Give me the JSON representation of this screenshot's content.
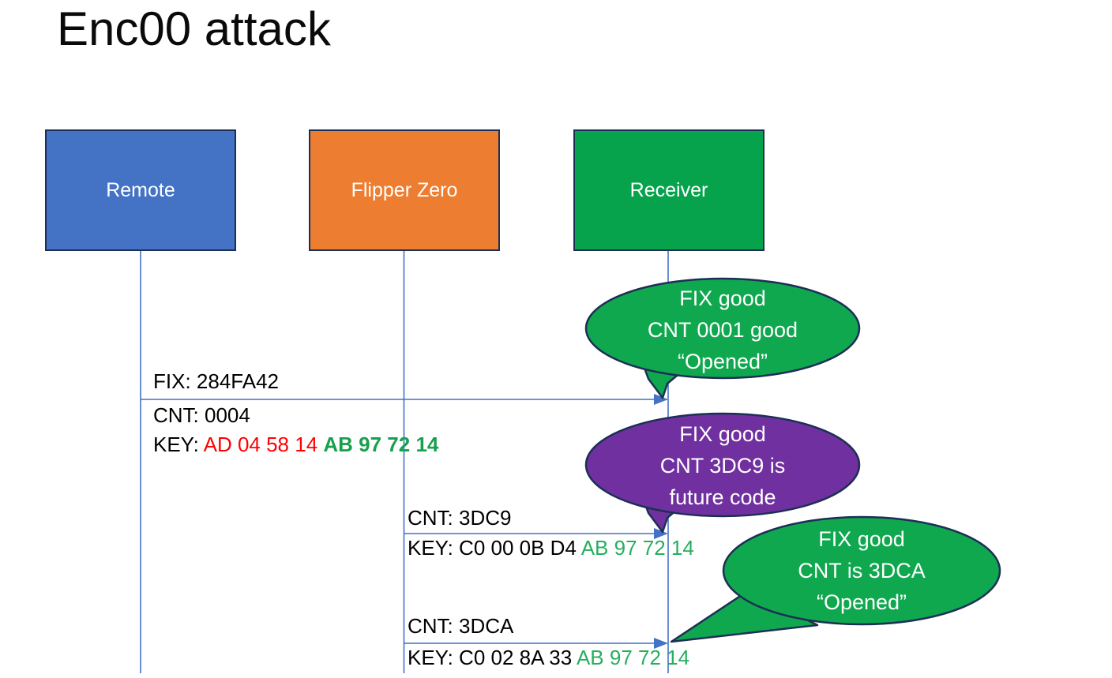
{
  "title": "Enc00 attack",
  "actors": {
    "remote": {
      "label": "Remote"
    },
    "flipper": {
      "label": "Flipper Zero"
    },
    "receiver": {
      "label": "Receiver"
    }
  },
  "messages": {
    "m1": {
      "fix": "FIX: 284FA42",
      "cnt": "CNT: 0004",
      "key_prefix": "KEY: ",
      "key_red": "AD 04 58 14 ",
      "key_green": "AB 97 72 14"
    },
    "m2": {
      "cnt": "CNT: 3DC9",
      "key_prefix": "KEY: ",
      "key_black": "C0 00 0B D4 ",
      "key_green": "AB 97 72 14"
    },
    "m3": {
      "cnt": "CNT: 3DCA",
      "key_prefix": "KEY: ",
      "key_black": "C0 02 8A 33 ",
      "key_green": "AB 97 72 14"
    }
  },
  "bubbles": {
    "b1": {
      "line1": "FIX good",
      "line2": "CNT 0001 good",
      "line3": "“Opened”"
    },
    "b2": {
      "line1": "FIX good",
      "line2": "CNT 3DC9 is",
      "line3": "future code"
    },
    "b3": {
      "line1": "FIX good",
      "line2": "CNT is 3DCA",
      "line3": "“Opened”"
    }
  },
  "colors": {
    "remote_box": "#4472C4",
    "flipper_box": "#ED7D31",
    "receiver_box": "#07A24C",
    "bubble_green": "#0FA84F",
    "bubble_purple": "#7030A0",
    "shape_border": "#1C2F54",
    "connector_blue": "#4472C4",
    "key_red_text": "#FF0000",
    "key_green_bold_text": "#17A04E",
    "key_green_text": "#27AE5F",
    "title_text": "#0A0A0A",
    "box_label_text": "#FFFFFF"
  }
}
